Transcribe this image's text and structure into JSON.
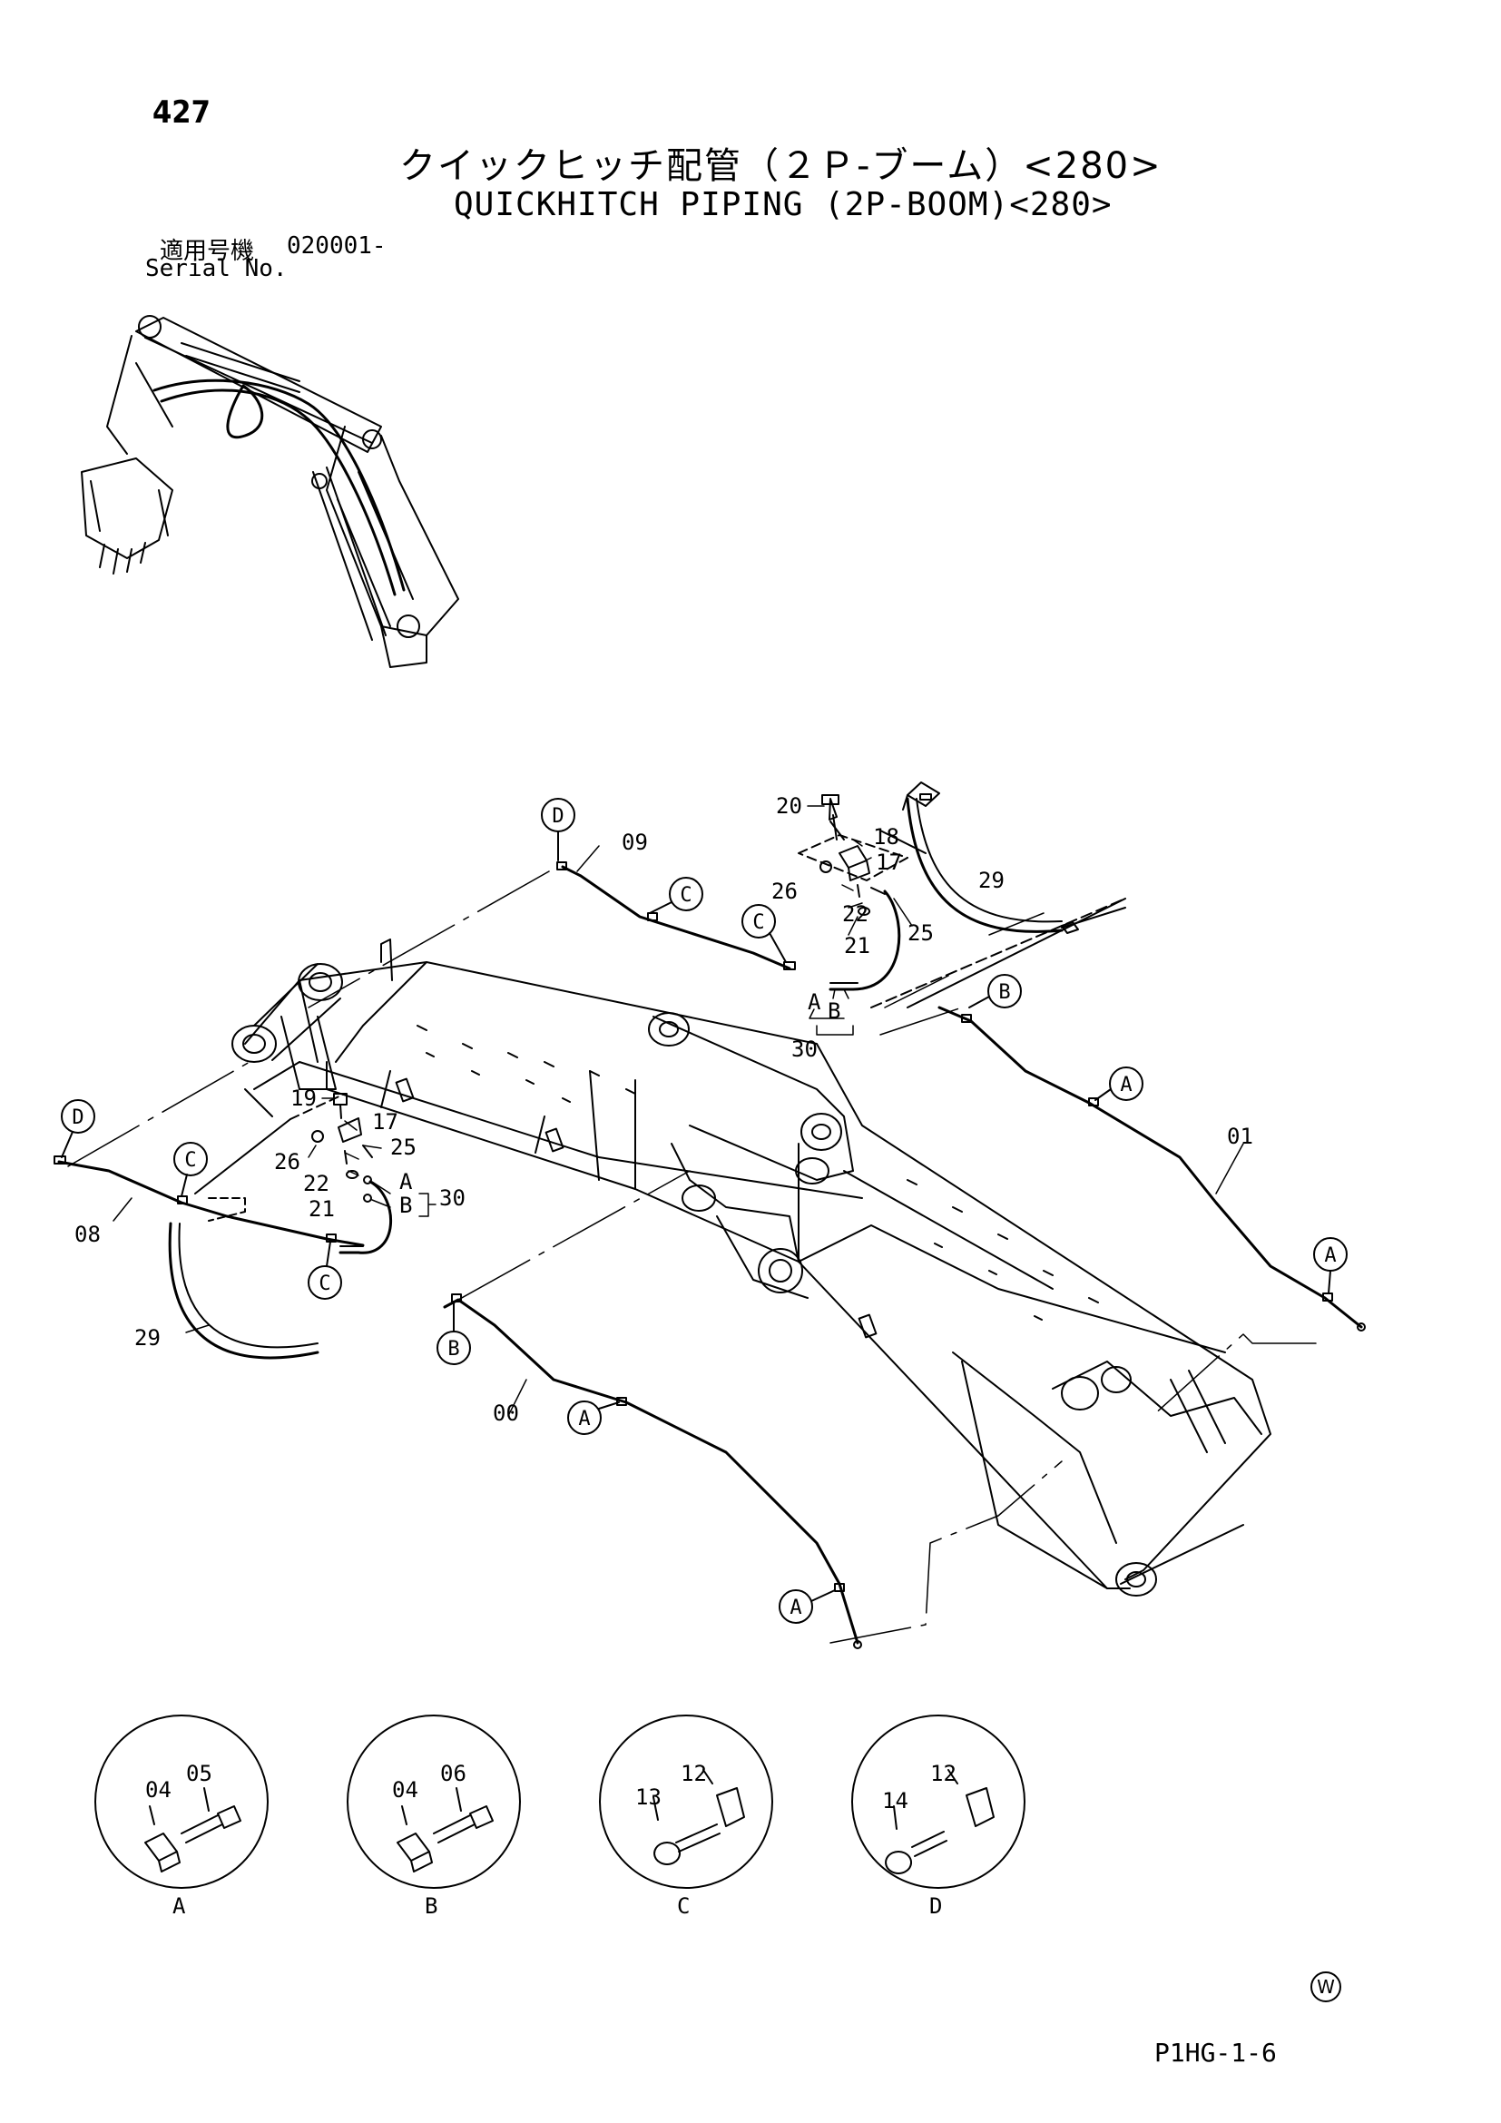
{
  "header": {
    "page_number": "427",
    "title_jp": "クイックヒッチ配管（２Ｐ-ブーム）<280>",
    "title_en": "QUICKHITCH PIPING (2P-BOOM)<280>",
    "serial_label_jp": "適用号機",
    "serial_value": "020001-",
    "serial_label_en": "Serial No."
  },
  "callouts": {
    "p00": "00",
    "p01": "01",
    "p08": "08",
    "p09": "09",
    "p17a": "17",
    "p17b": "17",
    "p18": "18",
    "p19": "19",
    "p20": "20",
    "p21a": "21",
    "p21b": "21",
    "p22a": "22",
    "p22b": "22",
    "p25a": "25",
    "p25b": "25",
    "p26a": "26",
    "p26b": "26",
    "p29a": "29",
    "p29b": "29",
    "p30a": "30",
    "p30b": "30"
  },
  "port_labels": {
    "a": "A",
    "b": "B"
  },
  "markers": {
    "d1": "D",
    "d2": "D",
    "c1": "C",
    "c2": "C",
    "c3": "C",
    "c4": "C",
    "b1": "B",
    "b2": "B",
    "a1": "A",
    "a2": "A",
    "a3": "A",
    "a4": "A"
  },
  "details": [
    {
      "view": "A",
      "parts": [
        "04",
        "05"
      ]
    },
    {
      "view": "B",
      "parts": [
        "04",
        "06"
      ]
    },
    {
      "view": "C",
      "parts": [
        "13",
        "12"
      ]
    },
    {
      "view": "D",
      "parts": [
        "14",
        "12"
      ]
    }
  ],
  "footer": {
    "mark": "W",
    "doc_code": "P1HG-1-6"
  }
}
